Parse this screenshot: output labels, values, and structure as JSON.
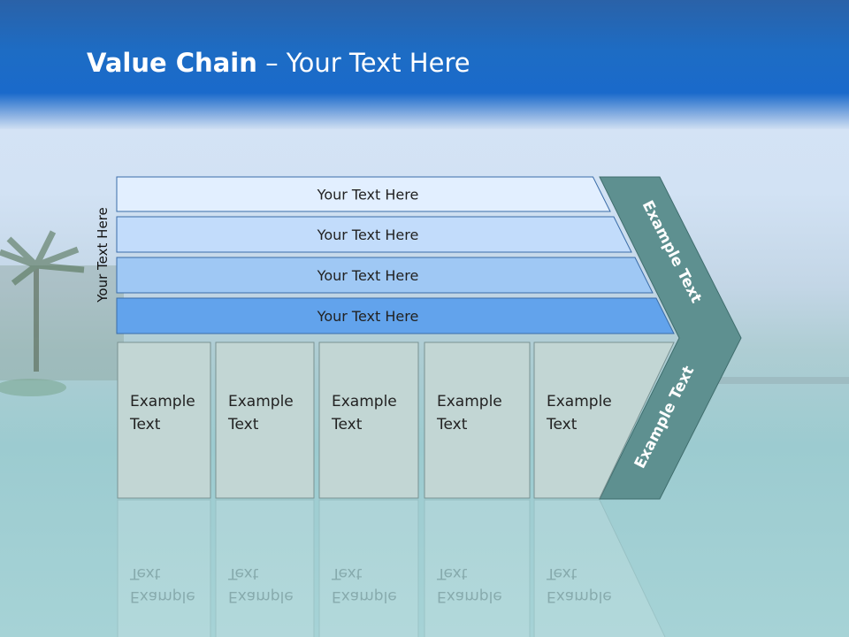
{
  "title": {
    "bold": "Value Chain",
    "rest": " – Your Text Here"
  },
  "side_label": "Your Text Here",
  "support_rows": [
    {
      "label": "Your Text Here",
      "fill": "#e2efff"
    },
    {
      "label": "Your Text Here",
      "fill": "#c2dcfb"
    },
    {
      "label": "Your Text Here",
      "fill": "#9fc8f4"
    },
    {
      "label": "Your Text Here",
      "fill": "#62a3ec"
    }
  ],
  "primary_blocks": [
    {
      "line1": "Example",
      "line2": "Text"
    },
    {
      "line1": "Example",
      "line2": "Text"
    },
    {
      "line1": "Example",
      "line2": "Text"
    },
    {
      "line1": "Example",
      "line2": "Text"
    },
    {
      "line1": "Example",
      "line2": "Text"
    }
  ],
  "chevron": {
    "upper_label": "Example Text",
    "lower_label": "Example Text",
    "fill": "#5e9090"
  },
  "colors": {
    "block_fill": "#c2d6d4",
    "block_stroke": "#7a9292",
    "row_stroke": "#3a6ca8",
    "header_blue": "#1a6acb"
  }
}
